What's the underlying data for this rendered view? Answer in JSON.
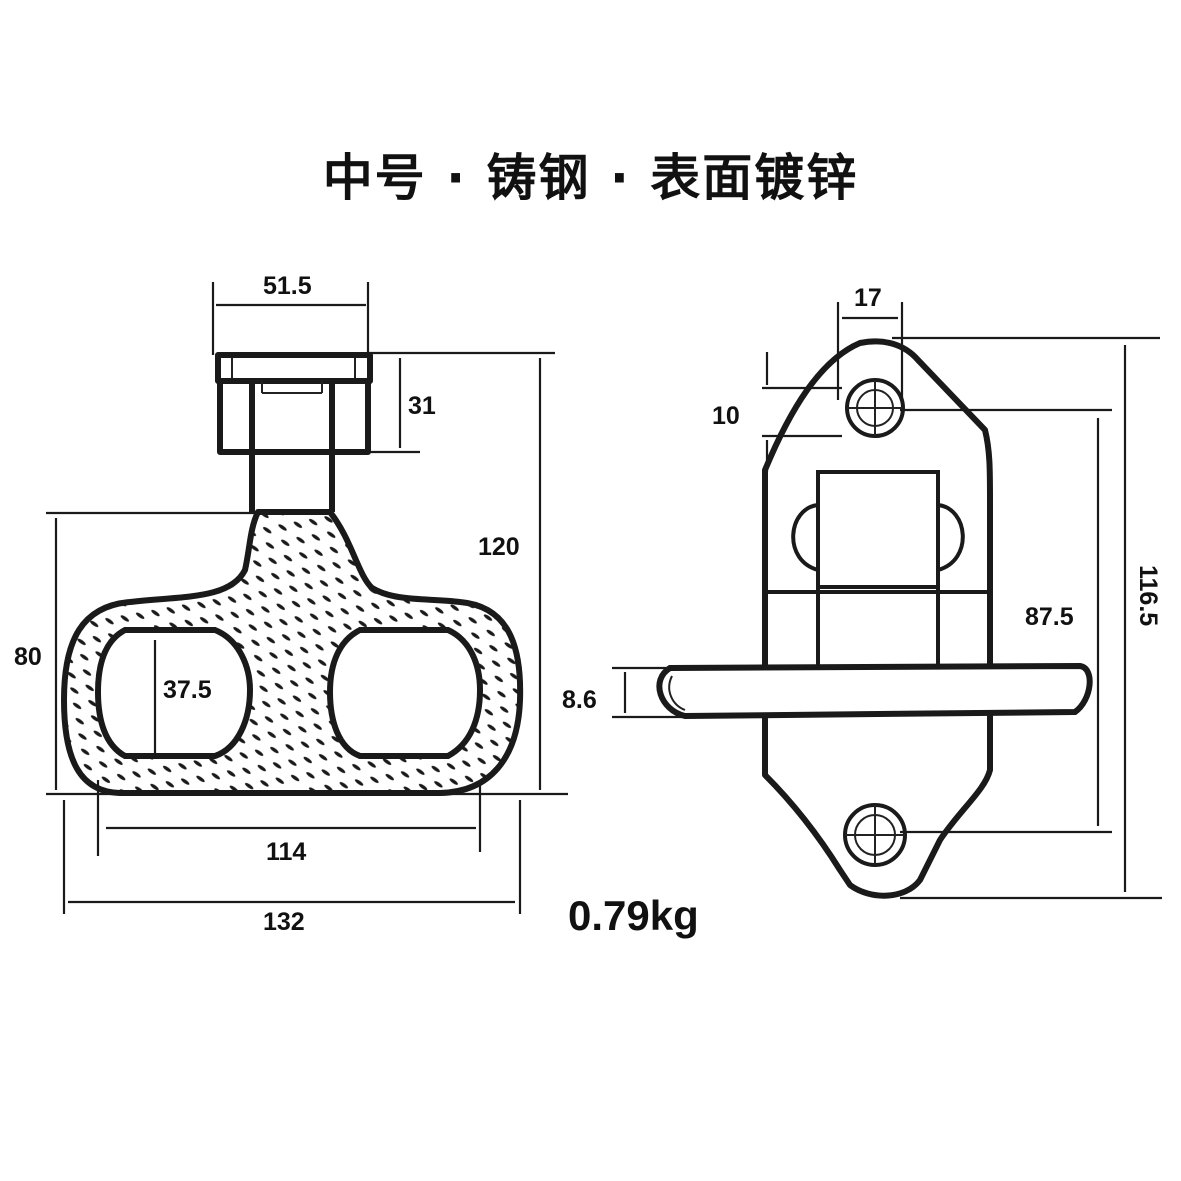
{
  "title": "中号 · 铸钢 · 表面镀锌",
  "weight": "0.79kg",
  "dimensions": {
    "top_width": "51.5",
    "top_height": "31",
    "overall_height": "120",
    "body_height": "80",
    "hole_height": "37.5",
    "hole_span": "114",
    "overall_width": "132",
    "side_top_width": "17",
    "side_offset": "10",
    "side_hole_span": "87.5",
    "side_overall_height": "116.5",
    "handle_thickness": "8.6"
  }
}
